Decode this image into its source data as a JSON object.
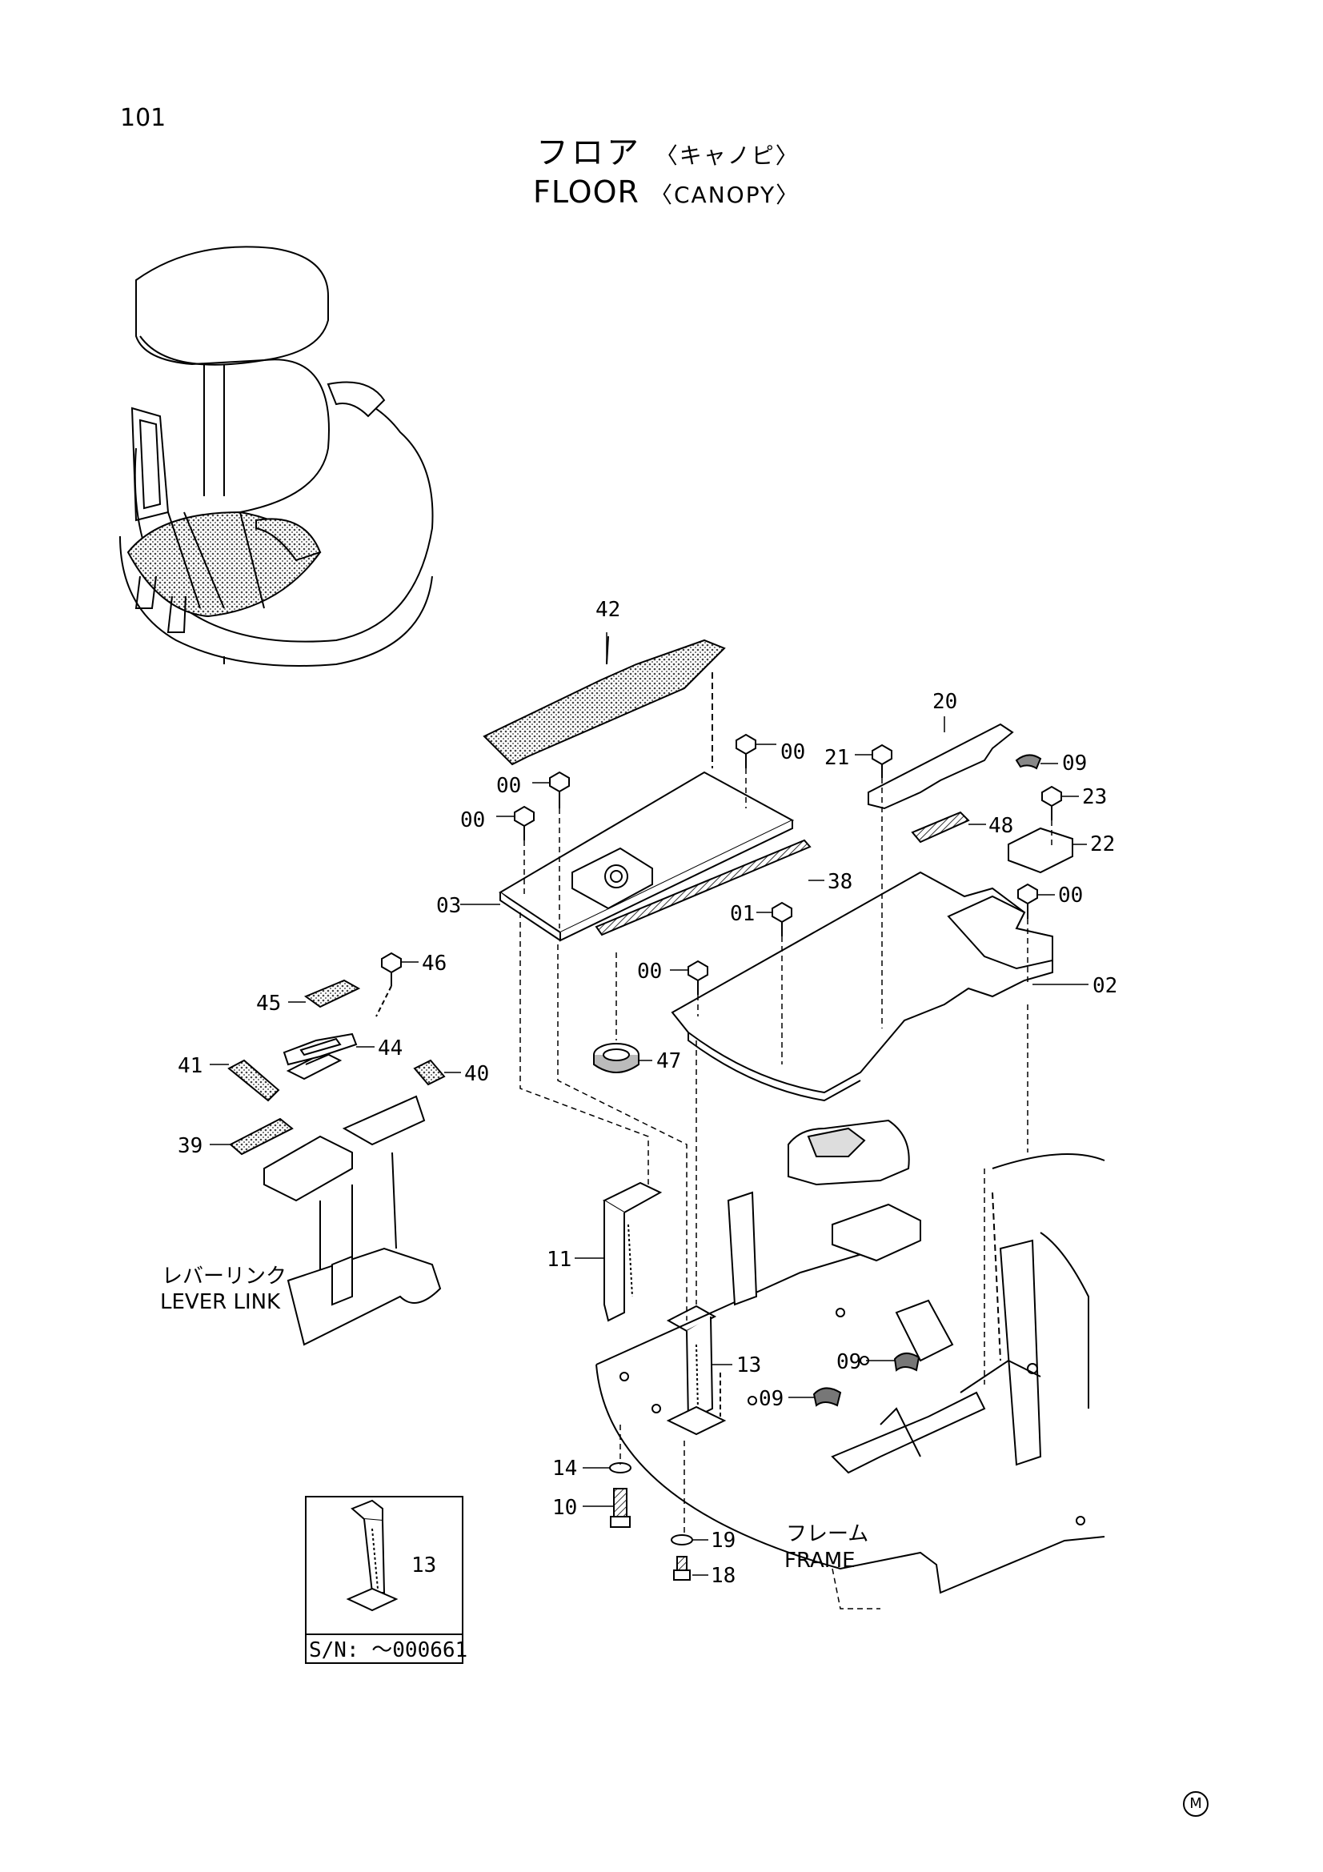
{
  "page_number": "101",
  "title_jp": "フロア",
  "title_jp_sub": "〈キャノピ〉",
  "title_en": "FLOOR",
  "title_en_sub": "〈CANOPY〉",
  "labels": {
    "lever_link_jp": "レバーリンク",
    "lever_link_en": "LEVER LINK",
    "frame_jp": "フレーム",
    "frame_en": "FRAME",
    "serial": "S/N:  ～000661"
  },
  "callouts": {
    "c42": "42",
    "c20": "20",
    "c00a": "00",
    "c21": "21",
    "c09a": "09",
    "c00b": "00",
    "c23": "23",
    "c00c": "00",
    "c48": "48",
    "c22": "22",
    "c03": "03",
    "c38": "38",
    "c00d": "00",
    "c01": "01",
    "c00e": "00",
    "c02": "02",
    "c46": "46",
    "c45": "45",
    "c44": "44",
    "c47": "47",
    "c41": "41",
    "c40": "40",
    "c39": "39",
    "c11": "11",
    "c09b": "09",
    "c13": "13",
    "c09c": "09",
    "c14": "14",
    "c10": "10",
    "c19": "19",
    "c18": "18",
    "c13b": "13"
  },
  "corner_mark": "M"
}
